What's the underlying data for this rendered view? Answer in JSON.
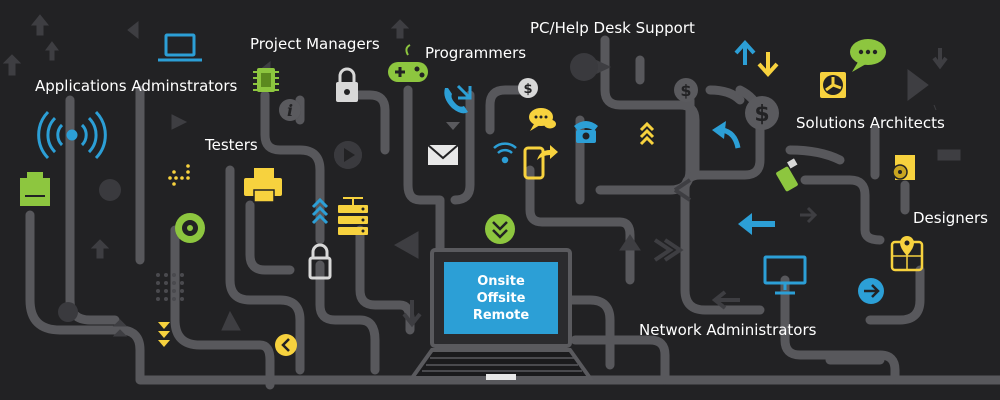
{
  "labels": {
    "applications_administrators": "Applications Adminstrators",
    "project_managers": "Project Managers",
    "programmers": "Programmers",
    "help_desk": "PC/Help Desk Support",
    "testers": "Testers",
    "solutions_architects": "Solutions Architects",
    "designers": "Designers",
    "network_administrators": "Network Administrators"
  },
  "laptop_screen": {
    "line1": "Onsite",
    "line2": "Offsite",
    "line3": "Remote"
  },
  "icon_symbols": {
    "dollar": "$",
    "info": "i"
  },
  "colors": {
    "background": "#222224",
    "lines": "#5a5a5e",
    "laptop_screen": "#2c9fd6",
    "green": "#8dc63f",
    "yellow": "#f7d23e",
    "blue": "#2c9fd6"
  }
}
